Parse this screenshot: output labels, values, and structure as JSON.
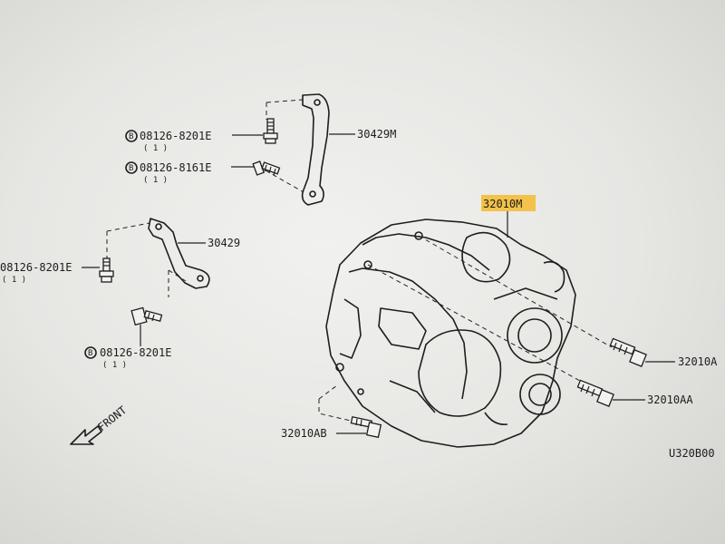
{
  "parts": {
    "bolt_top_1": {
      "code": "08126-8201E",
      "qty": "( 1 )",
      "marker": "B"
    },
    "bolt_top_2": {
      "code": "08126-8161E",
      "qty": "( 1 )",
      "marker": "B"
    },
    "bolt_left": {
      "code": "08126-8201E",
      "qty": "( 1 )",
      "marker": ""
    },
    "bolt_lower": {
      "code": "08126-8201E",
      "qty": "( 1 )",
      "marker": "B"
    },
    "bracket_upper": "30429M",
    "bracket_lower": "30429",
    "transmission": "32010M",
    "bolt_32010a": "32010A",
    "bolt_32010aa": "32010AA",
    "bolt_32010ab": "32010AB"
  },
  "direction_label": "FRONT",
  "diagram_code": "U320B00",
  "highlight_color": "#f3c24a"
}
